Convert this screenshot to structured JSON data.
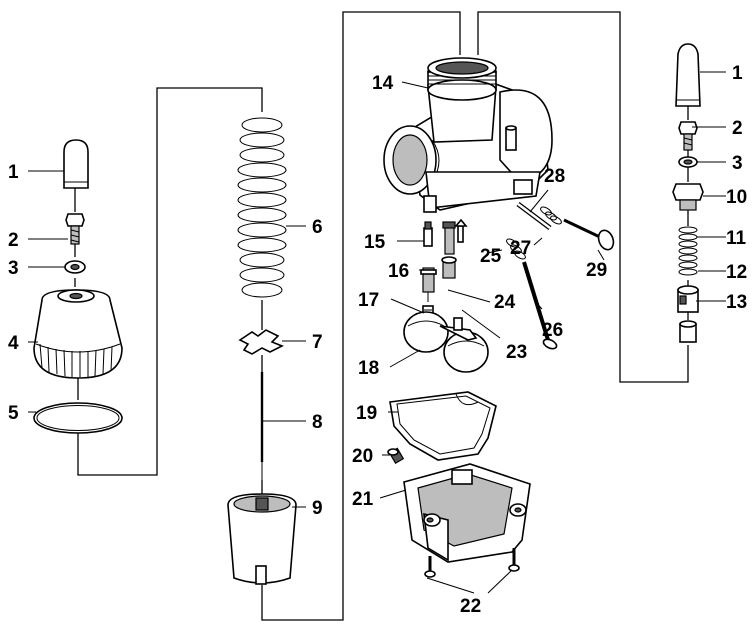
{
  "diagram": {
    "labels": {
      "l1_left": "1",
      "l2_left": "2",
      "l3_left": "3",
      "l4": "4",
      "l5": "5",
      "l6": "6",
      "l7": "7",
      "l8": "8",
      "l9": "9",
      "l14": "14",
      "l15": "15",
      "l16": "16",
      "l17": "17",
      "l18": "18",
      "l19": "19",
      "l20": "20",
      "l21": "21",
      "l22": "22",
      "l23": "23",
      "l24": "24",
      "l25": "25",
      "l26": "26",
      "l27": "27",
      "l28": "28",
      "l29": "29",
      "l1_right": "1",
      "l2_right": "2",
      "l3_right": "3",
      "l10": "10",
      "l11": "11",
      "l12": "12",
      "l13": "13"
    }
  }
}
